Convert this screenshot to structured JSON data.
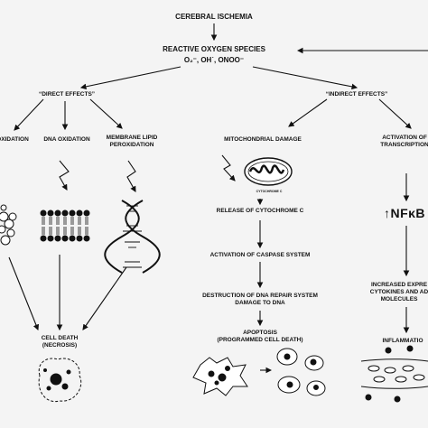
{
  "diagram": {
    "title": "CEREBRAL ISCHEMIA",
    "ros": "REACTIVE OXYGEN SPECIES",
    "ros_formula": "O₂⁻, OH˙, ONOO⁻",
    "direct": "“DIRECT EFFECTS”",
    "indirect": "“INDIRECT EFFECTS”",
    "protein_ox": "OXIDATION",
    "dna_ox": "DNA OXIDATION",
    "membrane": "MEMBRANE LIPID\nPEROXIDATION",
    "mito": "MITOCHONDRIAL DAMAGE",
    "cytochrome_small": "CYTOCHROME C",
    "activation": "ACTIVATION OF\nTRANSCRIPTION",
    "release": "RELEASE OF CYTOCHROME C",
    "caspase": "ACTIVATION OF CASPASE SYSTEM",
    "destruction": "DESTRUCTION OF DNA REPAIR SYSTEM\nDAMAGE TO DNA",
    "nfkb": "↑NFκB",
    "increased": "INCREASED EXPRE\nCYTOKINES AND AD\nMOLECULES",
    "celldeath": "CELL DEATH\n(NECROSIS)",
    "apoptosis": "APOPTOSIS\n(PROGRAMMED CELL DEATH)",
    "inflammation": "INFLAMMATIO"
  },
  "colors": {
    "line": "#111111",
    "background": "#f4f4f4"
  }
}
